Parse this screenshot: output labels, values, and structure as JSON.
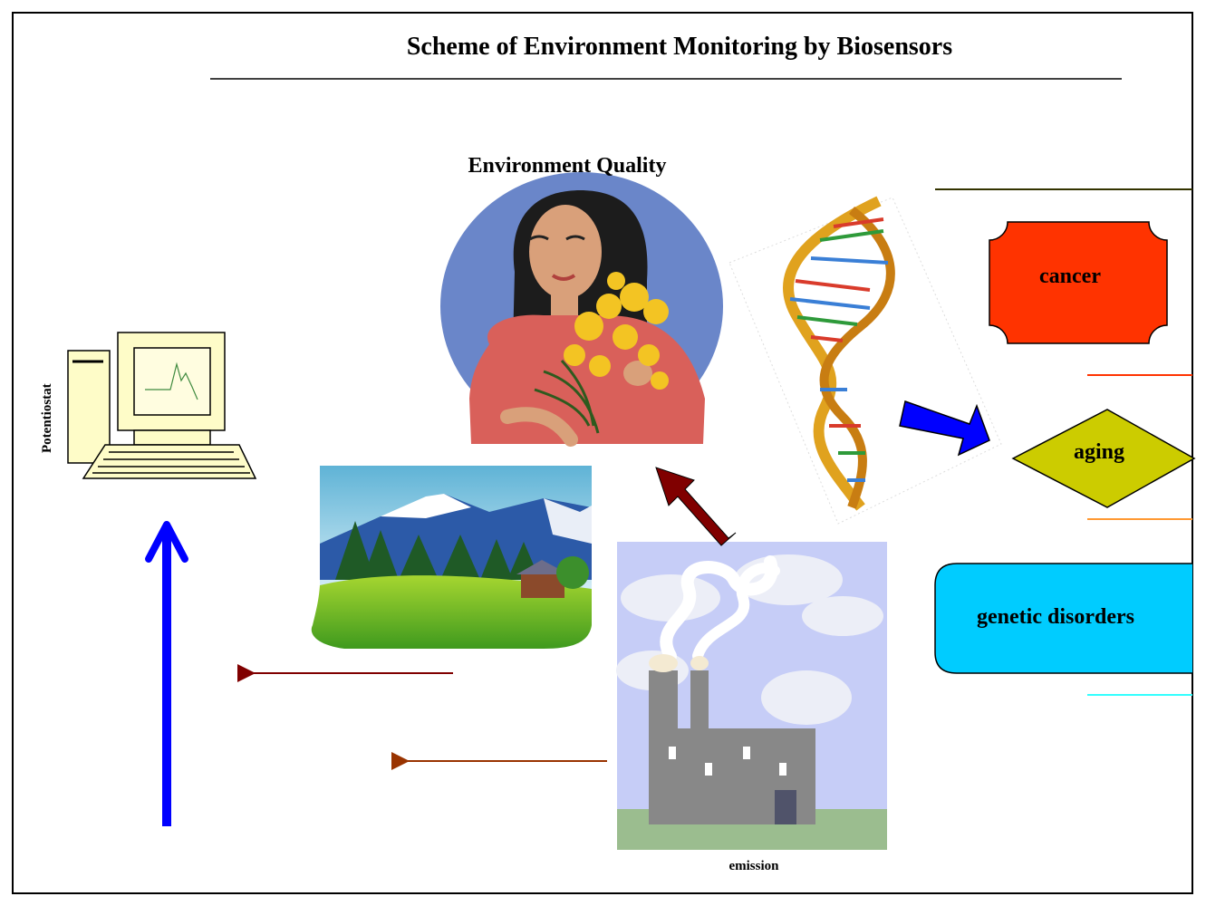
{
  "title": "Scheme of Environment Monitoring by Biosensors",
  "labels": {
    "environment_quality": "Environment Quality",
    "potentiostat": "Potentiostat",
    "emission": "emission"
  },
  "outcomes": {
    "cancer": "cancer",
    "aging": "aging",
    "genetic_disorders": "genetic disorders"
  },
  "colors": {
    "border": "#000000",
    "cancer_fill": "#ff3300",
    "aging_fill": "#cccc00",
    "genetic_fill": "#00ccff",
    "blue_arrow": "#0000ff",
    "dark_red_arrow": "#800000",
    "brown_arrow": "#993300",
    "red_line": "#ff3300",
    "orange_line": "#ff9933",
    "cyan_line": "#33ffff",
    "olive_line": "#333300"
  },
  "icons": [
    "computer-icon",
    "woman-with-flowers-illustration",
    "dna-helix-illustration",
    "mountain-landscape-illustration",
    "factory-emission-illustration"
  ]
}
